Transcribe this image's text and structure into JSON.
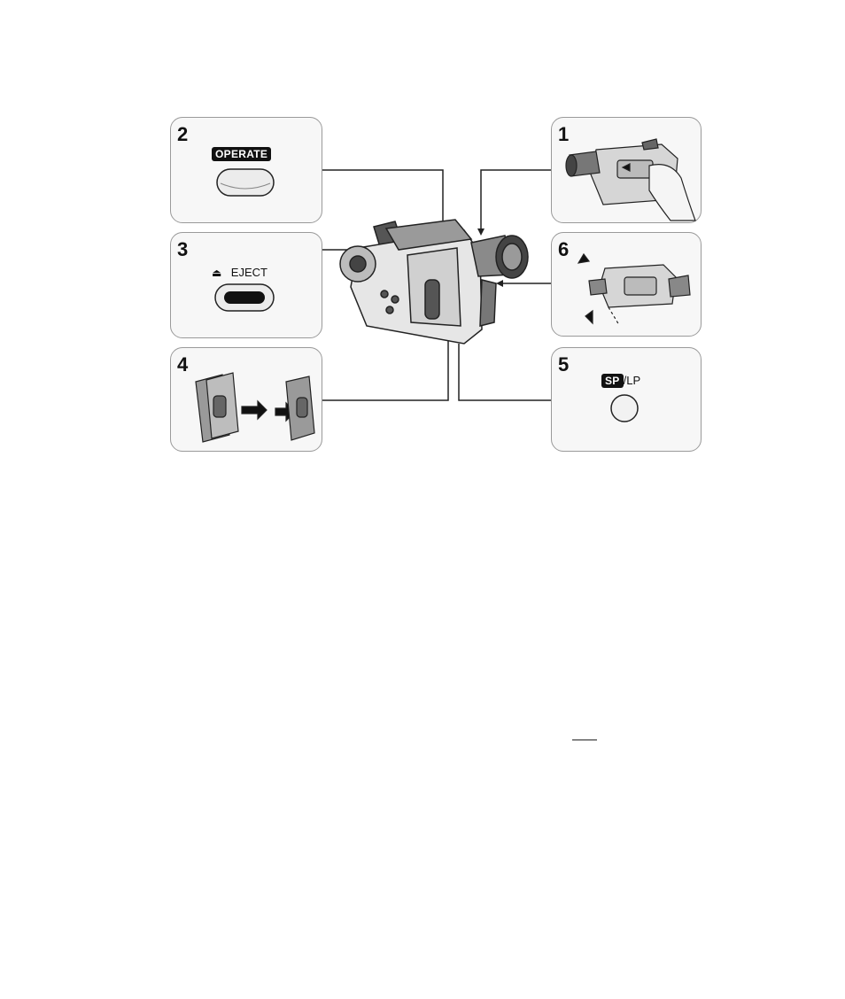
{
  "steps": [
    {
      "num": "2",
      "label": "OPERATE"
    },
    {
      "num": "3",
      "label": "EJECT"
    },
    {
      "num": "4"
    },
    {
      "num": "1"
    },
    {
      "num": "6"
    },
    {
      "num": "5",
      "label_sp": "SP",
      "label_rest": "/LP"
    }
  ]
}
